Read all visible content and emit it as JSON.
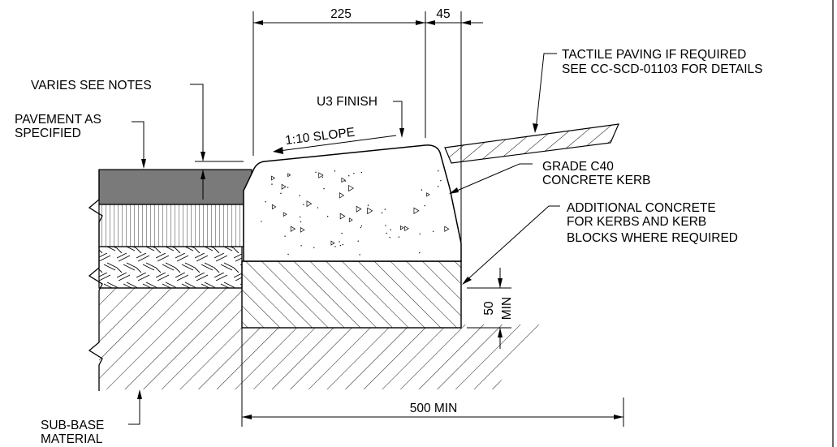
{
  "dimensions": {
    "kerb_width": "225",
    "batter": "45",
    "min_thickness": "50",
    "min_thickness_suffix": "MIN",
    "base_width": "500 MIN"
  },
  "labels": {
    "varies": "VARIES SEE NOTES",
    "pavement_line1": "PAVEMENT AS",
    "pavement_line2": "SPECIFIED",
    "u3_finish": "U3 FINISH",
    "slope": "1:10 SLOPE",
    "tactile_line1": "TACTILE PAVING IF REQUIRED",
    "tactile_line2": "SEE CC-SCD-01103 FOR DETAILS",
    "grade_line1": "GRADE C40",
    "grade_line2": "CONCRETE KERB",
    "additional_line1": "ADDITIONAL CONCRETE",
    "additional_line2": "FOR KERBS AND KERB",
    "additional_line3": "BLOCKS WHERE REQUIRED",
    "subbase_line1": "SUB-BASE",
    "subbase_line2": "MATERIAL"
  },
  "colors": {
    "ink": "#000000",
    "pavement_fill": "#7a7a7a",
    "background": "#ffffff"
  }
}
